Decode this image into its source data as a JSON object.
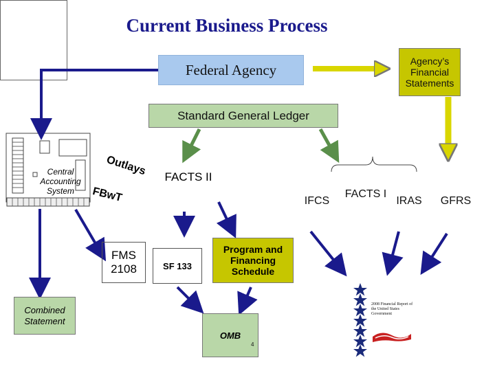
{
  "title": "Current Business Process",
  "federal_agency": "Federal Agency",
  "agency_statements": "Agency’s Financial Statements",
  "sgl": "Standard General Ledger",
  "central_accounting_system": "Central Accounting System",
  "outlays_label": "Outlays",
  "fbwt_label": "FBwT",
  "facts2": "FACTS II",
  "fms2108": "FMS 2108",
  "sf133": "SF 133",
  "program_financing": "Program and Financing Schedule",
  "combined_statement": "Combined Statement",
  "omb": "OMB",
  "page_number": "4",
  "systems": [
    "IFCS",
    "FACTS I",
    "IRAS",
    "GFRS"
  ],
  "report_cover": "2008 Financial Report of the United States Government",
  "colors": {
    "title": "#1a1a8c",
    "arrow_blue": "#1a1a8c",
    "arrow_green": "#5a8f4a",
    "arrow_yellow": "#d9d600",
    "federal_fill": "#a9c9ee",
    "olive_fill": "#c6c600",
    "green_fill": "#b9d7a8"
  }
}
